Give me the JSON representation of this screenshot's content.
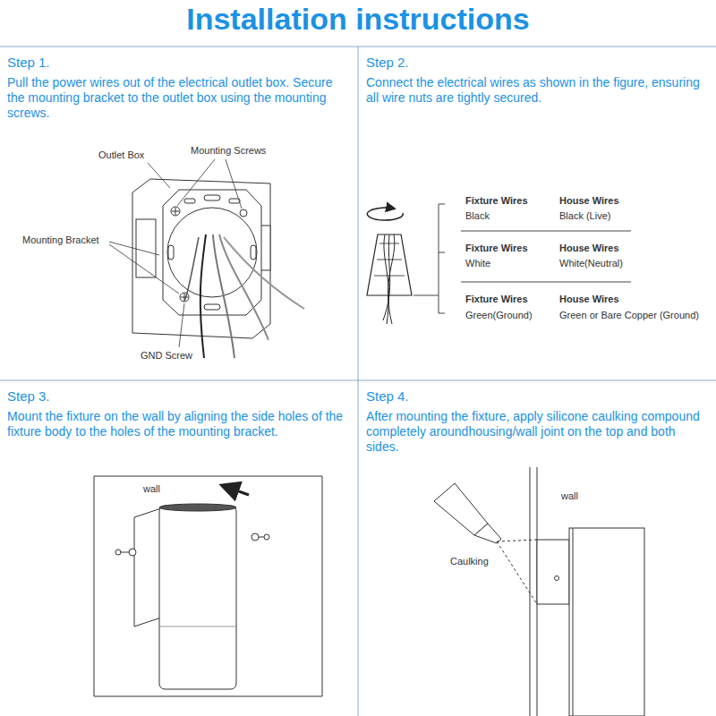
{
  "diagram": {
    "title": "Installation instructions",
    "nodes": [
      {
        "text": [
          "Step 1.",
          "Pull the power wires out of the electrical outlet box. Secure the mounting bracket to the outlet box using the mounting screws."
        ]
      },
      {
        "text": [
          "Step 2.",
          "Connect the electrical wires as shown in the figure, ensuring all wire nuts are tightly secured."
        ]
      },
      {
        "text": [
          "Step 3.",
          "Mount the fixture on the wall by aligning the side holes of the fixture body to the holes of the mounting bracket."
        ]
      },
      {
        "text": [
          "Step 4.",
          "After mounting the fixture, apply silicone caulking compound completely aroundhousing/wall joint on the top and both sides."
        ]
      }
    ],
    "labels": [
      "Outlet Box",
      "Mounting Screws",
      "Mounting Bracket",
      "GND Screw",
      "Fixture Wires",
      "House Wires",
      "Black",
      "Black (Live)",
      "Fixture Wires",
      "House Wires",
      "White",
      "White(Neutral)",
      "Fixture Wires",
      "House Wires",
      "Green(Ground)",
      "Green or Bare Copper (Ground)",
      "wall",
      "wall",
      "Caulking"
    ]
  }
}
